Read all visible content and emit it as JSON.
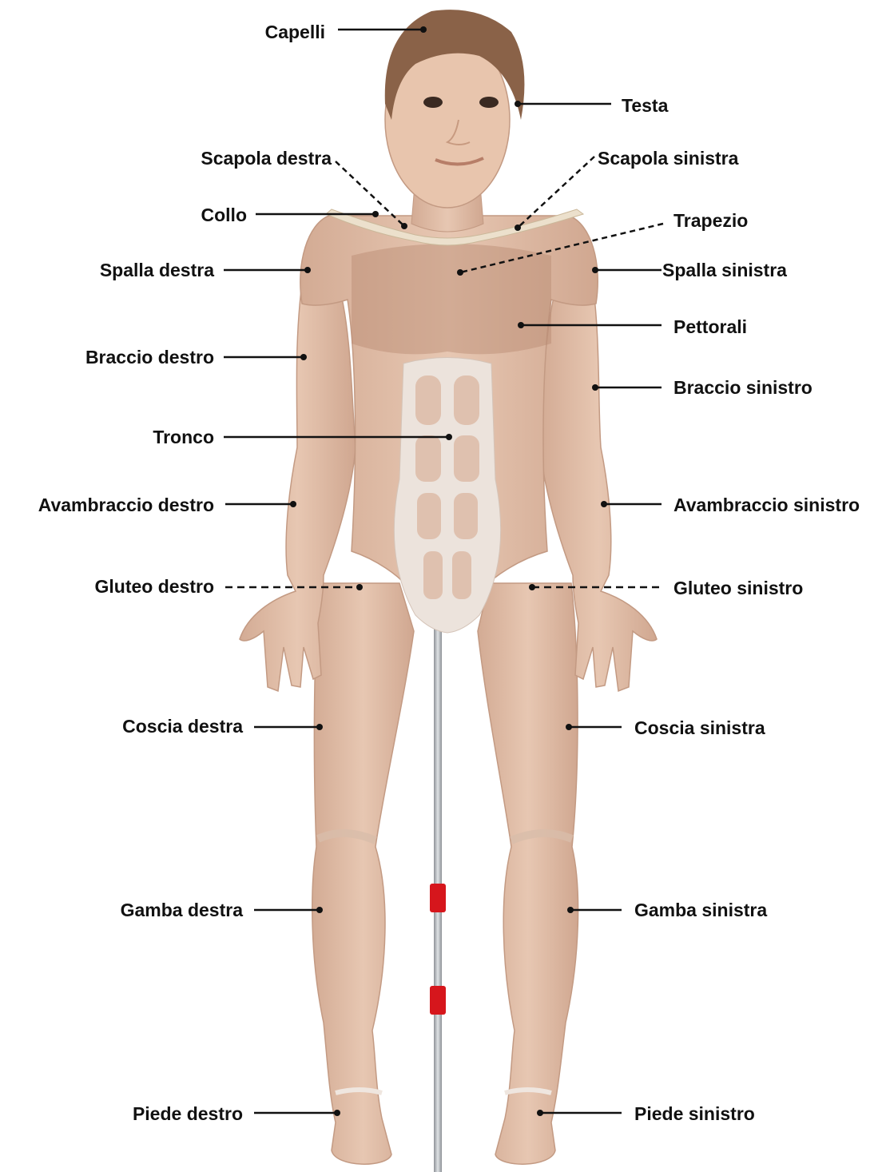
{
  "labels": {
    "capelli": "Capelli",
    "testa": "Testa",
    "scapola_destra": "Scapola destra",
    "scapola_sinistra": "Scapola sinistra",
    "collo": "Collo",
    "trapezio": "Trapezio",
    "spalla_destra": "Spalla destra",
    "spalla_sinistra": "Spalla sinistra",
    "pettorali": "Pettorali",
    "braccio_destro": "Braccio destro",
    "braccio_sinistro": "Braccio sinistro",
    "tronco": "Tronco",
    "avambraccio_destro": "Avambraccio destro",
    "avambraccio_sinistro": "Avambraccio sinistro",
    "gluteo_destro": "Gluteo destro",
    "gluteo_sinistro": "Gluteo sinistro",
    "coscia_destra": "Coscia destra",
    "coscia_sinistra": "Coscia sinistra",
    "gamba_destra": "Gamba destra",
    "gamba_sinistra": "Gamba sinistra",
    "piede_destro": "Piede destro",
    "piede_sinistro": "Piede sinistro"
  },
  "colors": {
    "skin": "#e2bfa8",
    "skin_shadow": "#c99a82",
    "hair": "#8a6248",
    "stand": "#b9bcc0",
    "clip": "#d6161c",
    "abdomen": "#ece3dc",
    "line": "#111111"
  }
}
